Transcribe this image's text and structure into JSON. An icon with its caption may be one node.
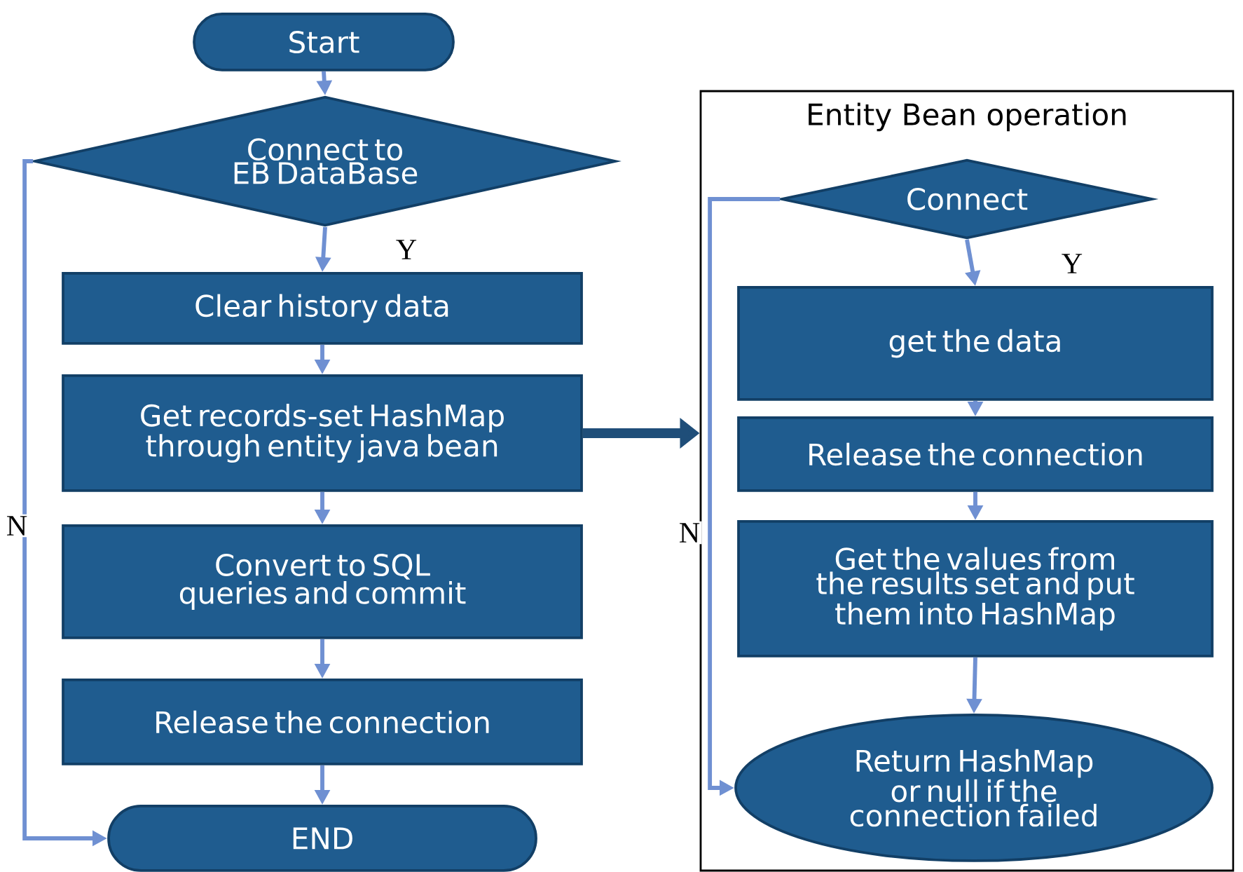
{
  "diagram": {
    "nodes": [
      {
        "text": [
          "Start"
        ]
      },
      {
        "text": [
          "Connect to EB DataBase"
        ]
      },
      {
        "text": [
          "Clear history data"
        ]
      },
      {
        "text": [
          "Get records-set HashMap through entity java bean"
        ]
      },
      {
        "text": [
          "Convert to SQL queries and commit"
        ]
      },
      {
        "text": [
          "Release the connection"
        ]
      },
      {
        "text": [
          "END"
        ]
      },
      {
        "text": [
          "Entity Bean operation"
        ]
      },
      {
        "text": [
          "Connect"
        ],
        "in": 7
      },
      {
        "text": [
          "get the data"
        ],
        "in": 7
      },
      {
        "text": [
          "Release the connection"
        ],
        "in": 7
      },
      {
        "text": [
          "Get the values from the results set and put them into HashMap"
        ],
        "in": 7
      },
      {
        "text": [
          "Return HashMap or null if the connection failed"
        ],
        "in": 7
      }
    ],
    "edges": [
      {
        "from": 0,
        "to": 1,
        "arrow": "to"
      },
      {
        "from": 1,
        "to": 2,
        "arrow": "to",
        "label": "Y"
      },
      {
        "from": 2,
        "to": 3,
        "arrow": "to"
      },
      {
        "from": 3,
        "to": 4,
        "arrow": "to"
      },
      {
        "from": 4,
        "to": 5,
        "arrow": "to"
      },
      {
        "from": 5,
        "to": 6,
        "arrow": "to"
      },
      {
        "from": 1,
        "to": 6,
        "arrow": "to",
        "label": "N"
      },
      {
        "from": 3,
        "to": 7,
        "arrow": "to",
        "style": "thick",
        "color": "#1f4e79"
      },
      {
        "from": 8,
        "to": 9,
        "arrow": "to",
        "label": "Y"
      },
      {
        "from": 9,
        "to": 10,
        "arrow": "to"
      },
      {
        "from": 10,
        "to": 11,
        "arrow": "to"
      },
      {
        "from": 11,
        "to": 12,
        "arrow": "to"
      },
      {
        "from": 8,
        "to": 12,
        "arrow": "to",
        "label": "N"
      }
    ]
  }
}
